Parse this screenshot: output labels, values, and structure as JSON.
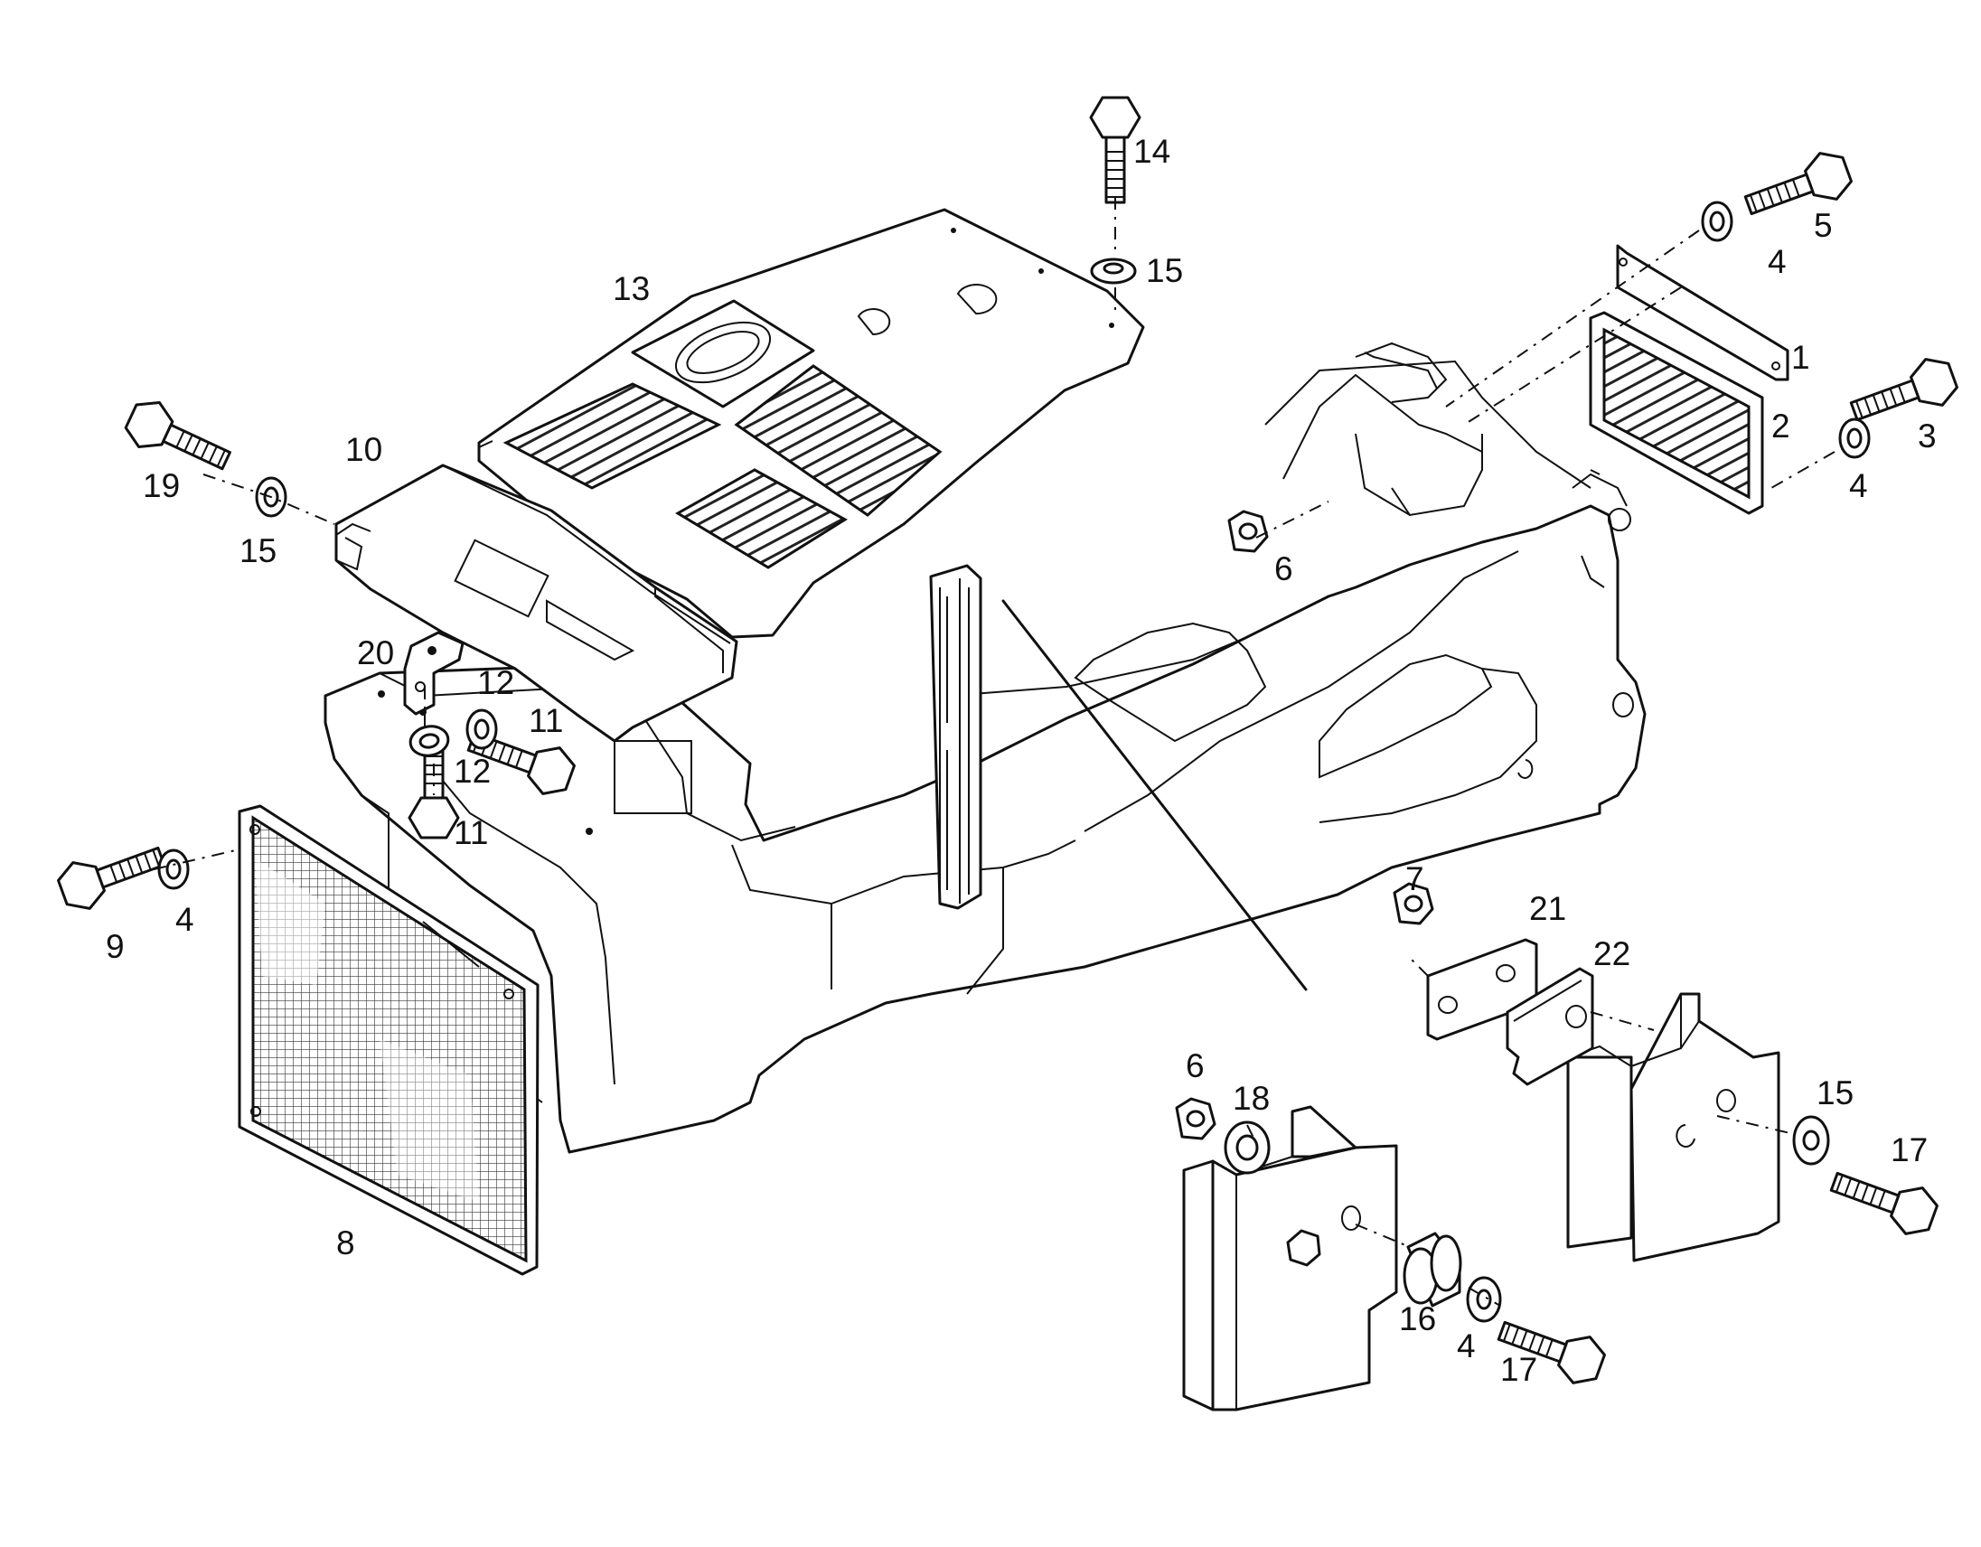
{
  "part_labels": {
    "p1": "1",
    "p2": "2",
    "p3": "3",
    "p4a": "4",
    "p4b": "4",
    "p4c": "4",
    "p4d": "4",
    "p5": "5",
    "p6a": "6",
    "p6b": "6",
    "p7": "7",
    "p8": "8",
    "p9": "9",
    "p10": "10",
    "p11a": "11",
    "p11b": "11",
    "p12a": "12",
    "p12b": "12",
    "p13": "13",
    "p14": "14",
    "p15a": "15",
    "p15b": "15",
    "p15c": "15",
    "p16": "16",
    "p17a": "17",
    "p17b": "17",
    "p18": "18",
    "p19": "19",
    "p20": "20",
    "p21": "21",
    "p22": "22"
  }
}
